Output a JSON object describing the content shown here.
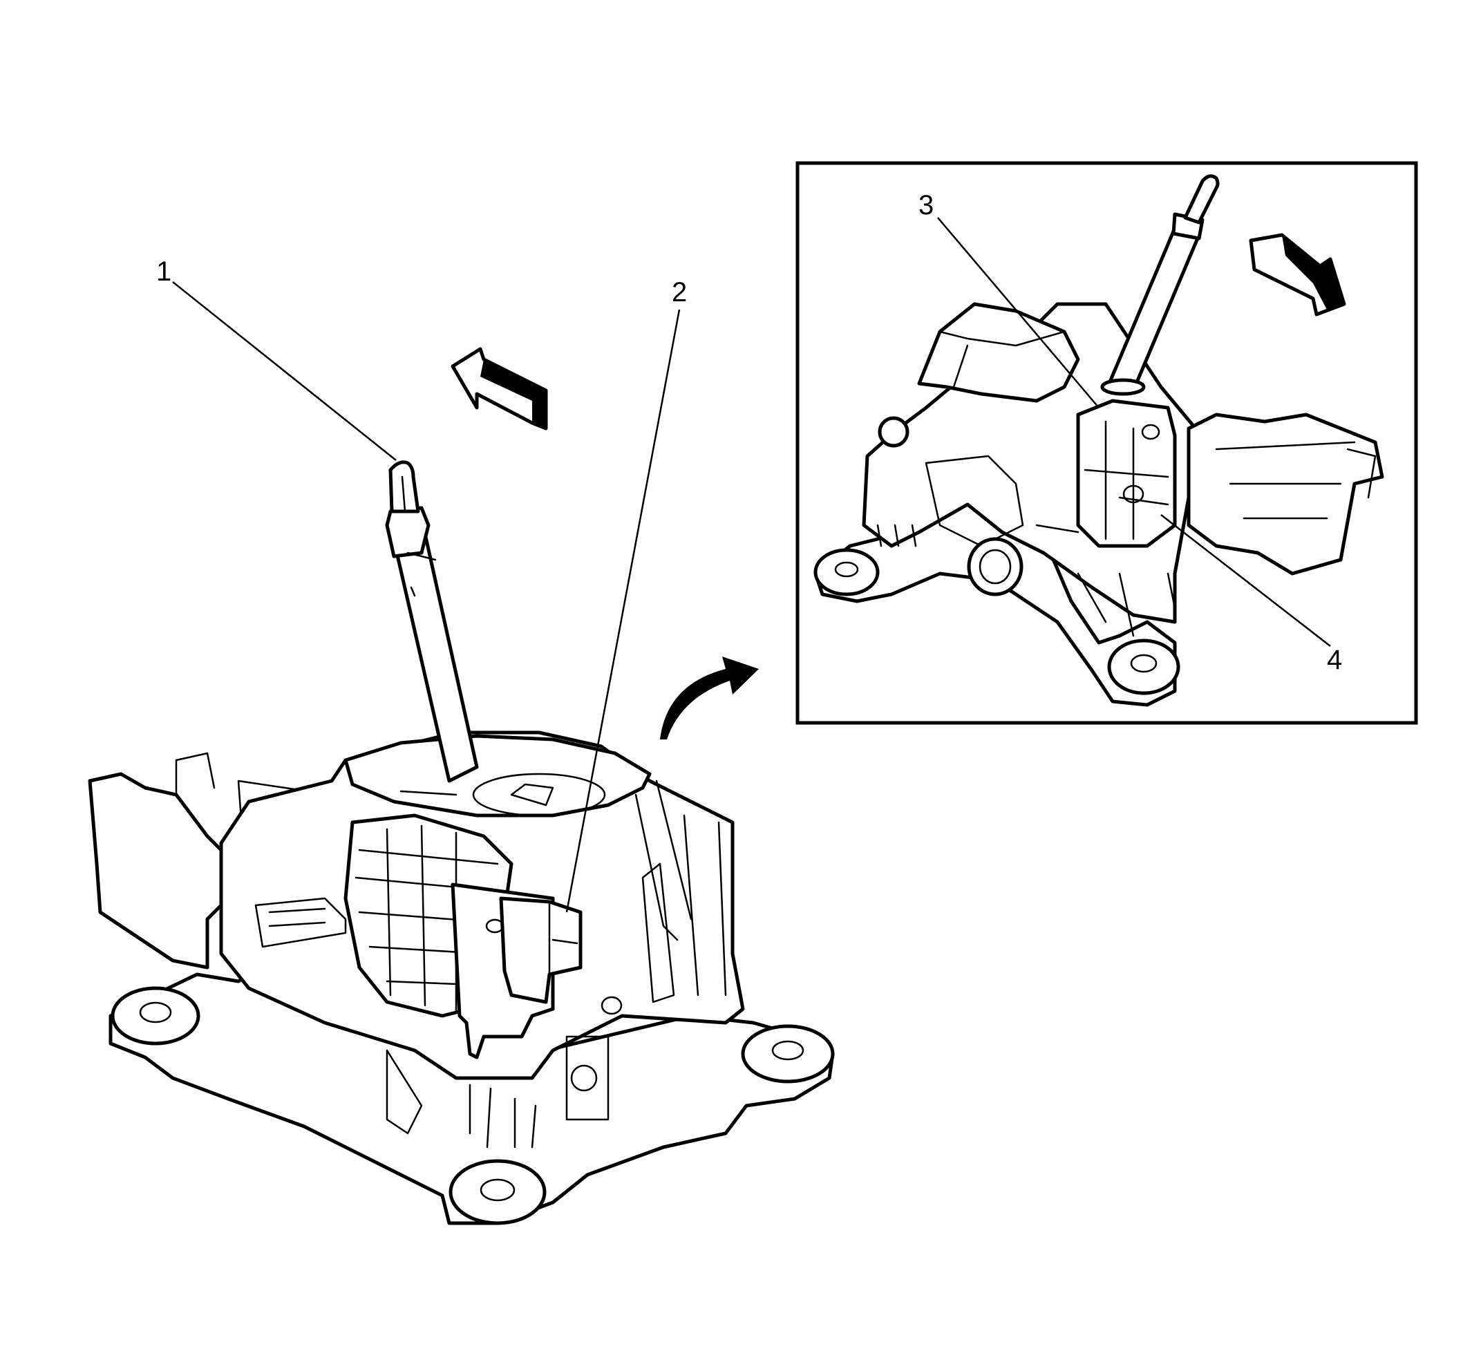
{
  "diagram": {
    "callouts": [
      {
        "id": "1",
        "label": "1"
      },
      {
        "id": "2",
        "label": "2"
      },
      {
        "id": "3",
        "label": "3"
      },
      {
        "id": "4",
        "label": "4"
      }
    ]
  },
  "colors": {
    "line": "#000000",
    "background": "#ffffff",
    "arrow_shade": "#000000"
  },
  "icons": {
    "main_direction": "direction-arrow-icon",
    "detail_direction": "direction-arrow-icon",
    "view_transition": "curved-arrow-icon"
  }
}
